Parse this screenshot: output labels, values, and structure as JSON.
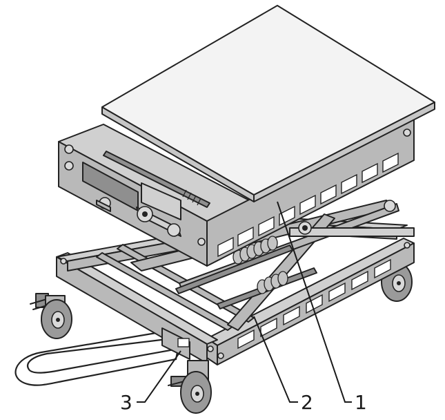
{
  "callouts": [
    {
      "id": "1",
      "label": "1"
    },
    {
      "id": "2",
      "label": "2"
    },
    {
      "id": "3",
      "label": "3"
    }
  ],
  "colors": {
    "line": "#222222",
    "metal": "#b9b9b9",
    "metal_dark": "#8f8f8f",
    "plate": "#f3f3f3",
    "background": "#ffffff"
  }
}
